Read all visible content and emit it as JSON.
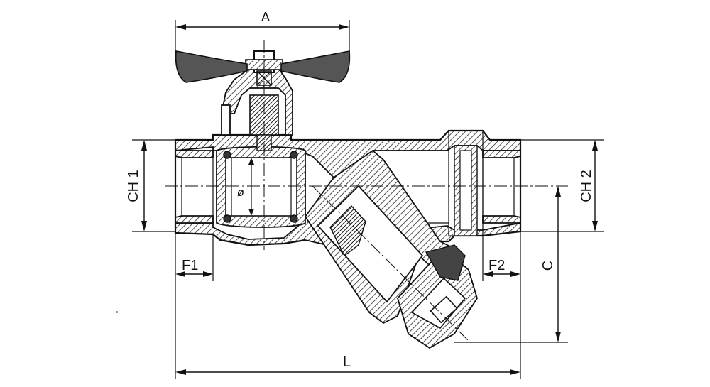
{
  "drawing": {
    "subject": "Y-strainer ball valve cross-section",
    "labels": {
      "a": "A",
      "ch1": "CH 1",
      "ch2": "CH 2",
      "f1": "F1",
      "f2": "F2",
      "c": "C",
      "l": "L",
      "phi": "ø"
    }
  }
}
